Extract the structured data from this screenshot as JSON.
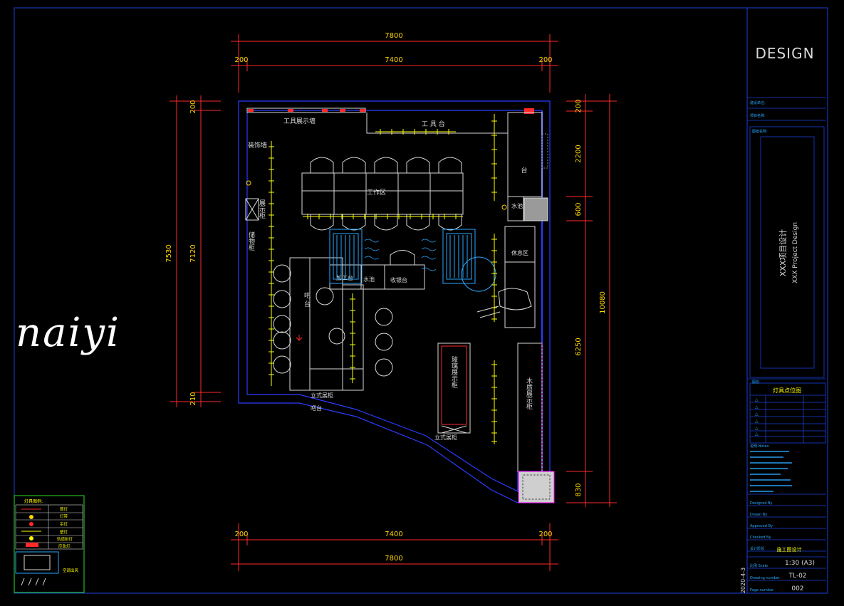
{
  "watermark": "naiyi",
  "colors": {
    "frame": "#1b3fd6",
    "wall": "#2a3cff",
    "dim": "#ff2a2a",
    "dim_text": "#ffd400",
    "furniture": "#d8d8d8",
    "light": "#ffff00",
    "glass": "#2aa7ff",
    "accent_magenta": "#ff00ff"
  },
  "dimensions": {
    "top_total": "7800",
    "top_inner": "7400",
    "top_left_margin": "200",
    "top_right_margin": "200",
    "bottom_total": "7800",
    "bottom_inner": "7400",
    "bottom_left_margin": "200",
    "bottom_right_margin": "200",
    "left_total": "7530",
    "left_inner": "7120",
    "left_top": "200",
    "left_bottom": "210",
    "right_total": "10080",
    "right_seg1": "200",
    "right_seg2": "2200",
    "right_seg3": "600",
    "right_seg4": "6250",
    "right_seg5": "830"
  },
  "plan_labels": {
    "tool_wall": "工具展示墙",
    "workbench": "工 具 台",
    "decor_wall": "装饰墙",
    "work_area": "工作区",
    "display_left": "展示柜",
    "display_right": "台",
    "sink": "水池",
    "rest_area": "休息区",
    "prep": "加工台",
    "water": "水池",
    "cashier": "收银台",
    "bar": "吧台",
    "glass_display": "玻璃展示柜",
    "wood_display": "木质展示柜",
    "stand_display_1": "立式展柜",
    "stand_display_2": "立式展柜",
    "left_cabinet": "储物柜",
    "bar_counter": "吧 台"
  },
  "title_block": {
    "brand": "DESIGN",
    "field_client": "建设单位:",
    "field_project": "项目名称:",
    "field_drawing_title": "图纸名称:",
    "project_cn": "XXX项目设计",
    "project_en": "XXX Project Design",
    "drawing_name_label": "图名:",
    "drawing_name": "灯具点位图",
    "revision_mark": "△",
    "notes_header": "说明 Notes:",
    "designed_by": "Designed By",
    "drawn_by": "Drawn By",
    "approved_by": "Approved By",
    "checked_by": "Checked By",
    "stage_label": "设计阶段",
    "stage_value": "施工图设计",
    "scale_label": "比例 Scale",
    "scale_value": "1:30  (A3)",
    "drawing_no_label": "Drawing number",
    "drawing_no_value": "TL-02",
    "page_label": "Page number",
    "page_value": "002",
    "date": "2020-4-3"
  },
  "legend": {
    "title": "灯具图例:",
    "rows": [
      {
        "label": "筒灯"
      },
      {
        "label": "灯带"
      },
      {
        "label": "吊灯"
      },
      {
        "label": "壁灯"
      },
      {
        "label": "轨道射灯"
      },
      {
        "label": "应急灯"
      }
    ],
    "ac_label": "空调出风"
  }
}
